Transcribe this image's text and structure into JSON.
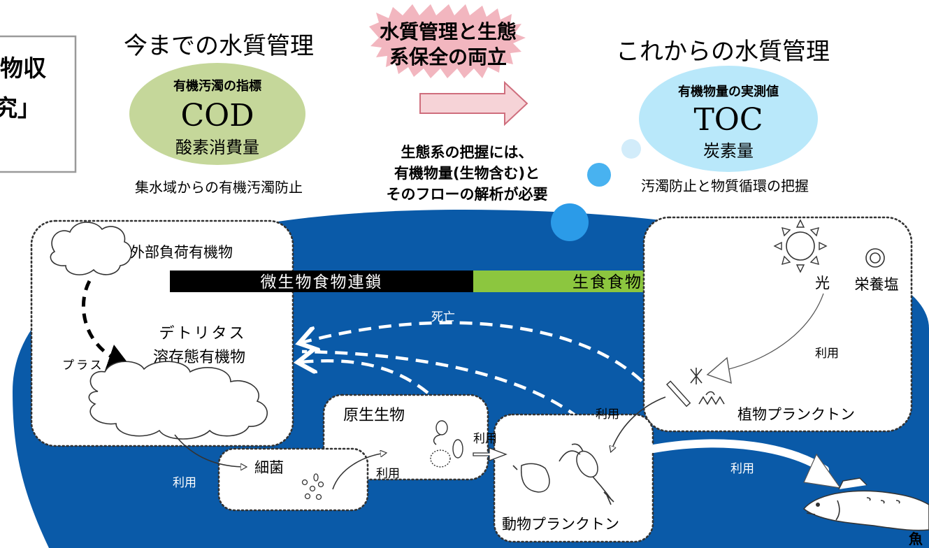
{
  "left_box": {
    "line1": "物収",
    "line2": "究」",
    "line3": "）"
  },
  "past": {
    "heading": "今までの水質管理",
    "bubble_sub": "有機汚濁の指標",
    "bubble_main": "COD",
    "bubble_desc": "酸素消費量",
    "caption": "集水域からの有機汚濁防止",
    "bubble_color": "#c5d79a"
  },
  "center": {
    "burst_line1": "水質管理と生態",
    "burst_line2": "系保全の両立",
    "note_line1": "生態系の把握には、",
    "note_line2": "有機物量(生物含む)と",
    "note_line3": "そのフローの解析が必要",
    "burst_color": "#f2b6bf"
  },
  "future": {
    "heading": "これからの水質管理",
    "bubble_sub": "有機物量の実測値",
    "bubble_main": "TOC",
    "bubble_desc": "炭素量",
    "caption": "汚濁防止と物質循環の把握",
    "bubble_color": "#b9e8fa"
  },
  "bands": {
    "microbial": "微生物食物連鎖",
    "grazing": "生食食物連鎖",
    "microbial_color": "#000000",
    "grazing_color": "#8cc63f"
  },
  "food_web": {
    "external_load": "外部負荷有機物",
    "detritus": "デトリタス",
    "dissolved": "溶存態有機物",
    "plus": "プラス",
    "death": "死亡",
    "light": "光",
    "nutrients": "栄養塩",
    "phytoplankton": "植物プランクトン",
    "protozoa": "原生生物",
    "bacteria": "細菌",
    "zooplankton": "動物プランクトン",
    "fish": "魚",
    "use_phyto": "利用",
    "use_zoo_phyto": "利用",
    "use_zoo_proto": "利用",
    "use_bacteria": "利用",
    "use_proto": "利用",
    "use_fish": "利用",
    "water_color": "#0a5aa8"
  }
}
